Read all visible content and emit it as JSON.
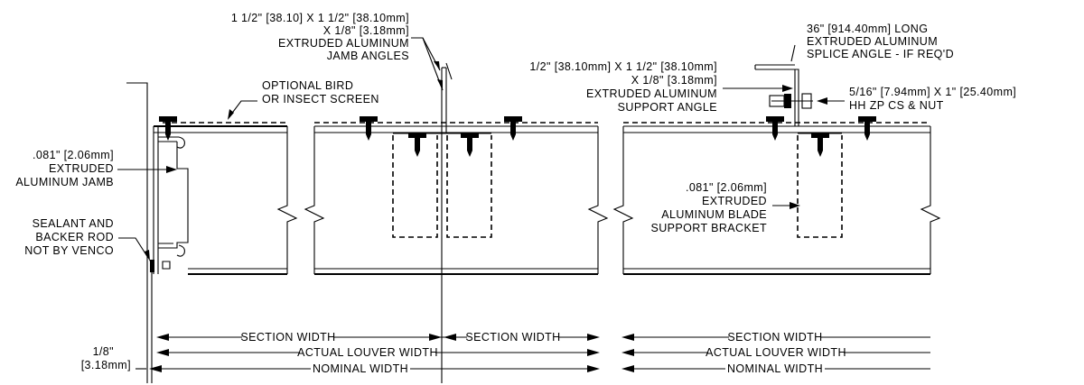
{
  "labels": {
    "jamb_angles": [
      "1 1/2\" [38.10] X 1 1/2\" [38.10mm]",
      "X 1/8\" [3.18mm]",
      "EXTRUDED ALUMINUM",
      "JAMB ANGLES"
    ],
    "bird_screen": [
      "OPTIONAL BIRD",
      "OR INSECT SCREEN"
    ],
    "support_angle": [
      "1/2\" [38.10mm] X 1 1/2\" [38.10mm]",
      "X 1/8\" [3.18mm]",
      "EXTRUDED ALUMINUM",
      "SUPPORT ANGLE"
    ],
    "splice_angle": [
      "36\" [914.40mm] LONG",
      "EXTRUDED ALUMINUM",
      "SPLICE ANGLE - IF REQ'D"
    ],
    "bolt": [
      "5/16\" [7.94mm] X 1\" [25.40mm]",
      "HH ZP CS & NUT"
    ],
    "jamb": [
      ".081\" [2.06mm]",
      "EXTRUDED",
      "ALUMINUM JAMB"
    ],
    "sealant": [
      "SEALANT AND",
      "BACKER ROD",
      "NOT BY VENCO"
    ],
    "blade_bracket": [
      ".081\" [2.06mm]",
      "EXTRUDED",
      "ALUMINUM BLADE",
      "SUPPORT BRACKET"
    ],
    "gap": [
      "1/8\"",
      "[3.18mm]"
    ]
  },
  "dimensions": {
    "section_width": "SECTION WIDTH",
    "actual_louver_width": "ACTUAL LOUVER WIDTH",
    "nominal_width": "NOMINAL WIDTH"
  }
}
